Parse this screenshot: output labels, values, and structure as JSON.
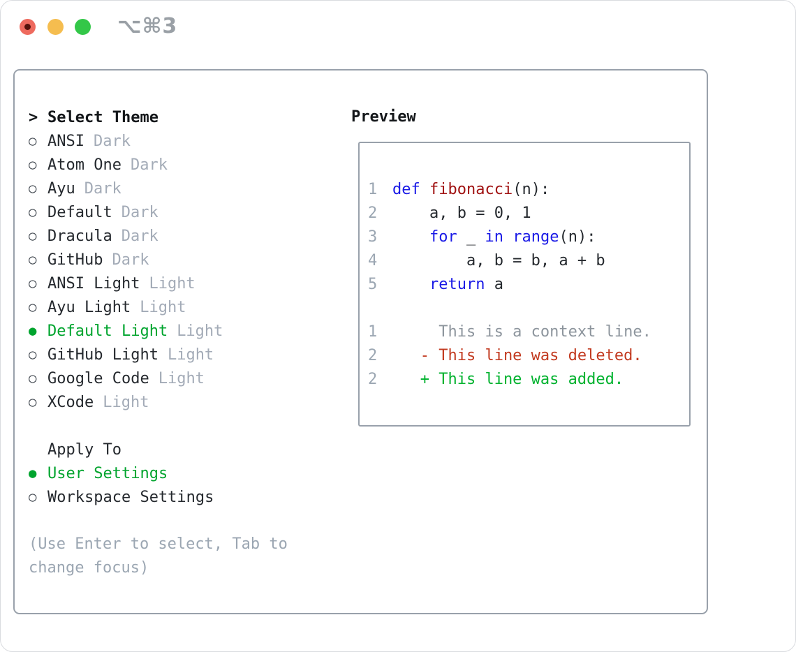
{
  "window": {
    "title": "⌥⌘3",
    "traffic_lights": [
      "close",
      "minimize",
      "zoom"
    ]
  },
  "theme_list": {
    "cursor": ">",
    "header": "Select Theme",
    "radio_off_icon": "○",
    "radio_on_icon": "●",
    "items": [
      {
        "name": "ANSI",
        "variant": "Dark",
        "selected": false
      },
      {
        "name": "Atom One",
        "variant": "Dark",
        "selected": false
      },
      {
        "name": "Ayu",
        "variant": "Dark",
        "selected": false
      },
      {
        "name": "Default",
        "variant": "Dark",
        "selected": false
      },
      {
        "name": "Dracula",
        "variant": "Dark",
        "selected": false
      },
      {
        "name": "GitHub",
        "variant": "Dark",
        "selected": false
      },
      {
        "name": "ANSI Light",
        "variant": "Light",
        "selected": false
      },
      {
        "name": "Ayu Light",
        "variant": "Light",
        "selected": false
      },
      {
        "name": "Default Light",
        "variant": "Light",
        "selected": true
      },
      {
        "name": "GitHub Light",
        "variant": "Light",
        "selected": false
      },
      {
        "name": "Google Code",
        "variant": "Light",
        "selected": false
      },
      {
        "name": "XCode",
        "variant": "Light",
        "selected": false
      }
    ]
  },
  "apply_to": {
    "header": "Apply To",
    "options": [
      {
        "label": "User Settings",
        "selected": true
      },
      {
        "label": "Workspace Settings",
        "selected": false
      }
    ]
  },
  "hint": {
    "line1": "(Use Enter to select, Tab to",
    "line2": "change focus)"
  },
  "preview": {
    "header": "Preview",
    "code_lines": [
      {
        "num": "1",
        "tokens": [
          {
            "t": "def",
            "c": "kw"
          },
          {
            "t": " ",
            "c": "pl"
          },
          {
            "t": "fibonacci",
            "c": "fn"
          },
          {
            "t": "(n):",
            "c": "pl"
          }
        ]
      },
      {
        "num": "2",
        "tokens": [
          {
            "t": "    a, b = 0, 1",
            "c": "pl"
          }
        ]
      },
      {
        "num": "3",
        "tokens": [
          {
            "t": "    ",
            "c": "pl"
          },
          {
            "t": "for",
            "c": "kw"
          },
          {
            "t": " _ ",
            "c": "pl"
          },
          {
            "t": "in",
            "c": "kw"
          },
          {
            "t": " ",
            "c": "pl"
          },
          {
            "t": "range",
            "c": "kw"
          },
          {
            "t": "(n):",
            "c": "pl"
          }
        ]
      },
      {
        "num": "4",
        "tokens": [
          {
            "t": "        a, b = b, a + b",
            "c": "pl"
          }
        ]
      },
      {
        "num": "5",
        "tokens": [
          {
            "t": "    ",
            "c": "pl"
          },
          {
            "t": "return",
            "c": "kw"
          },
          {
            "t": " a",
            "c": "pl"
          }
        ]
      },
      {
        "num": "",
        "tokens": []
      },
      {
        "num": "1",
        "tokens": [
          {
            "t": "     This is a context line.",
            "c": "ctx"
          }
        ]
      },
      {
        "num": "2",
        "tokens": [
          {
            "t": "   - This line was deleted.",
            "c": "del"
          }
        ]
      },
      {
        "num": "2",
        "tokens": [
          {
            "t": "   + This line was added.",
            "c": "add"
          }
        ]
      }
    ]
  },
  "colors": {
    "panel_border": "#99a1ab",
    "text_dark": "#25292e",
    "muted_gray": "#a3abb7",
    "selected_green": "#00a42e",
    "added_green": "#00b22e",
    "deleted_red": "#c23a20",
    "keyword_blue": "#1a1ae6",
    "function_red": "#a01212",
    "traffic_red": "#ee6a5e",
    "traffic_yellow": "#f5bd4f",
    "traffic_green": "#33c748"
  }
}
